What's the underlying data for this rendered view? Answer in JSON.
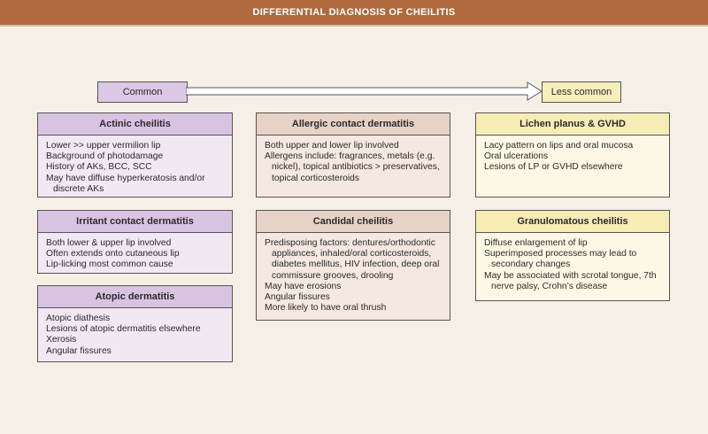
{
  "header": {
    "title": "DIFFERENTIAL DIAGNOSIS OF CHEILITIS"
  },
  "scale": {
    "left_label": "Common",
    "right_label": "Less common"
  },
  "cards": [
    {
      "title": "Actinic cheilitis",
      "items": [
        "Lower >> upper vermilion lip",
        "Background of photodamage",
        "History of AKs, BCC, SCC",
        "May have diffuse hyperkeratosis and/or discrete AKs"
      ]
    },
    {
      "title": "Irritant contact dermatitis",
      "items": [
        "Both lower & upper lip involved",
        "Often extends onto cutaneous lip",
        "Lip-licking most common cause"
      ]
    },
    {
      "title": "Atopic dermatitis",
      "items": [
        "Atopic diathesis",
        "Lesions of atopic dermatitis elsewhere",
        "Xerosis",
        "Angular fissures"
      ]
    },
    {
      "title": "Allergic contact dermatitis",
      "items": [
        "Both upper and lower lip involved",
        "Allergens include: fragrances, metals (e.g. nickel), topical antibiotics > preservatives, topical corticosteroids"
      ]
    },
    {
      "title": "Candidal cheilitis",
      "items": [
        "Predisposing factors: dentures/orthodontic appliances, inhaled/oral corticosteroids, diabetes mellitus, HIV infection, deep oral commissure grooves, drooling",
        "May have erosions",
        "Angular fissures",
        "More likely to have oral thrush"
      ]
    },
    {
      "title": "Lichen planus & GVHD",
      "items": [
        "Lacy pattern on lips and oral mucosa",
        "Oral ulcerations",
        "Lesions of LP or GVHD elsewhere"
      ]
    },
    {
      "title": "Granulomatous cheilitis",
      "items": [
        "Diffuse enlargement of lip",
        "Superimposed processes may lead to secondary changes",
        "May be associated with scrotal tongue, 7th nerve palsy, Crohn’s disease"
      ]
    }
  ]
}
